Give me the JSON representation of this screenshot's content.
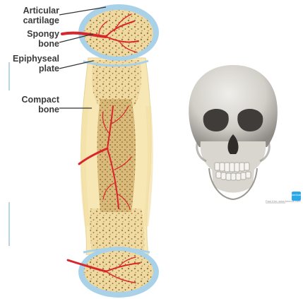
{
  "bone_diagram": {
    "labels": {
      "articular_cartilage": [
        "Articular",
        "cartilage"
      ],
      "spongy_bone": [
        "Spongy",
        "bone"
      ],
      "epiphyseal_plate": [
        "Epiphyseal",
        "plate"
      ],
      "compact_bone": [
        "Compact",
        "bone"
      ]
    },
    "colors": {
      "cartilage": "#a9d1e8",
      "bone_outer": "#f6e7b5",
      "spongy": "#efd9a0",
      "marrow": "#d9b877",
      "vessel": "#d8262b",
      "label_text": "#3b3b3b"
    }
  },
  "skull": {
    "description_icon": "skull-illustration",
    "watermark": "kenhub",
    "credit_text": "Paul Kim: www.kenhub.com"
  }
}
